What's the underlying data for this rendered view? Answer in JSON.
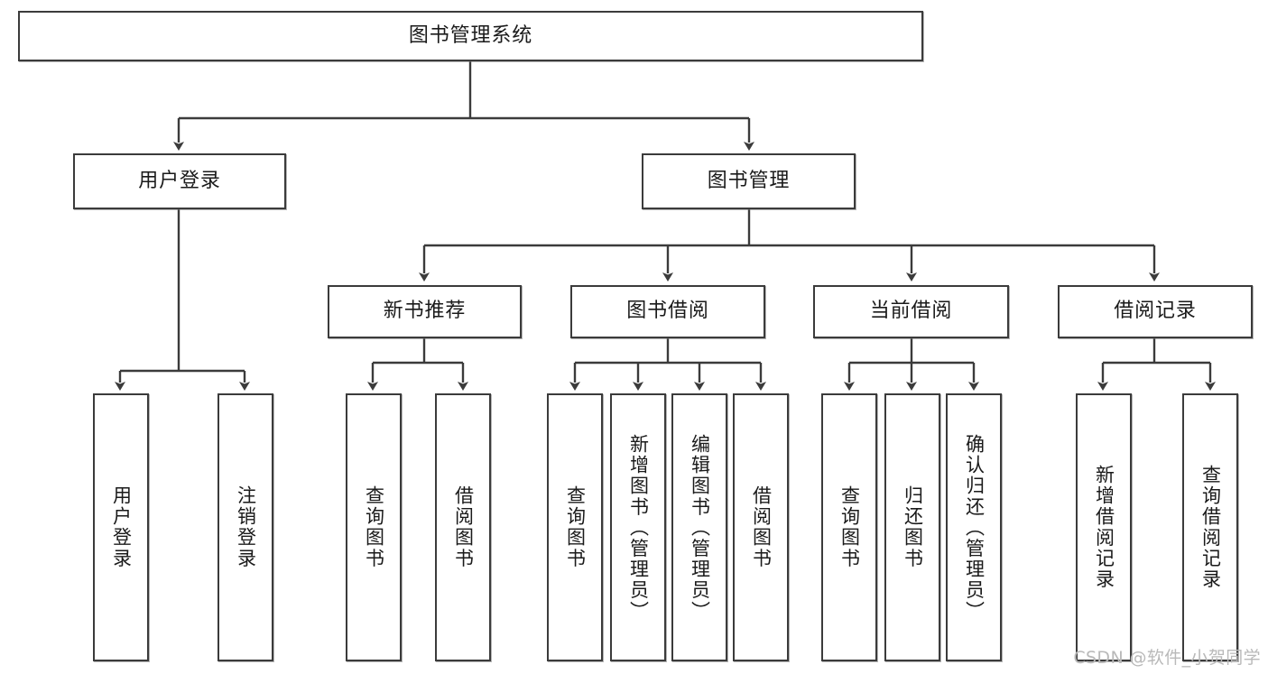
{
  "diagram": {
    "title": "图书管理系统",
    "type": "tree-hierarchy",
    "root": {
      "label": "图书管理系统"
    },
    "level2": [
      {
        "label": "用户登录"
      },
      {
        "label": "图书管理"
      }
    ],
    "level3": [
      {
        "label": "新书推荐"
      },
      {
        "label": "图书借阅"
      },
      {
        "label": "当前借阅"
      },
      {
        "label": "借阅记录"
      }
    ],
    "leaves": {
      "user_login": [
        {
          "label": "用户登录"
        },
        {
          "label": "注销登录"
        }
      ],
      "new_book_recommend": [
        {
          "label": "查询图书"
        },
        {
          "label": "借阅图书"
        }
      ],
      "book_borrow": [
        {
          "label": "查询图书"
        },
        {
          "label": "新增图书（管理员）"
        },
        {
          "label": "编辑图书（管理员）"
        },
        {
          "label": "借阅图书"
        }
      ],
      "current_borrow": [
        {
          "label": "查询图书"
        },
        {
          "label": "归还图书"
        },
        {
          "label": "确认归还（管理员）"
        }
      ],
      "borrow_record": [
        {
          "label": "新增借阅记录"
        },
        {
          "label": "查询借阅记录"
        }
      ]
    }
  },
  "watermark": {
    "text": "CSDN @软件_小贺同学"
  },
  "colors": {
    "border": "#3b3b3b",
    "background": "#ffffff",
    "text": "#1a1a1a",
    "watermark": "#b9b9b9"
  }
}
